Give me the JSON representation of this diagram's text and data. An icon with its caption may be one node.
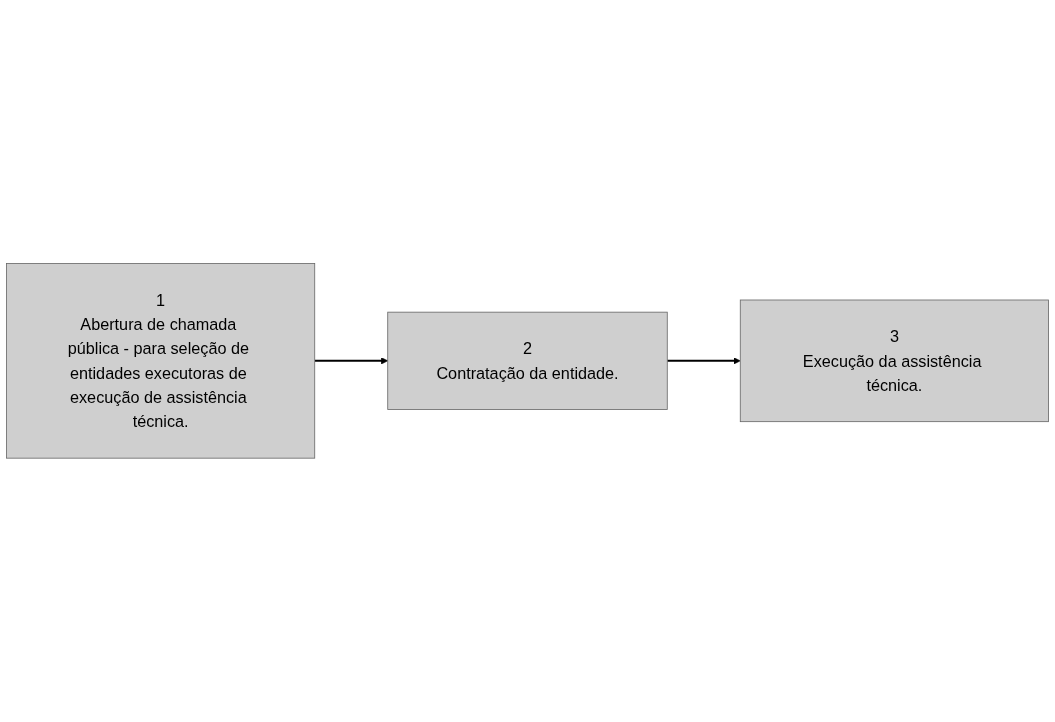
{
  "diagram": {
    "nodes": [
      {
        "text": [
          "1",
          "Abertura de chamada pública - para seleção de entidades executoras de execução de assistência técnica."
        ]
      },
      {
        "text": [
          "2",
          "Contratação da entidade."
        ]
      },
      {
        "text": [
          "3",
          "Execução da assistência técnica."
        ]
      }
    ],
    "edges": [
      {
        "from": 0,
        "to": 1,
        "arrow": "to"
      },
      {
        "from": 1,
        "to": 2,
        "arrow": "to"
      }
    ]
  }
}
